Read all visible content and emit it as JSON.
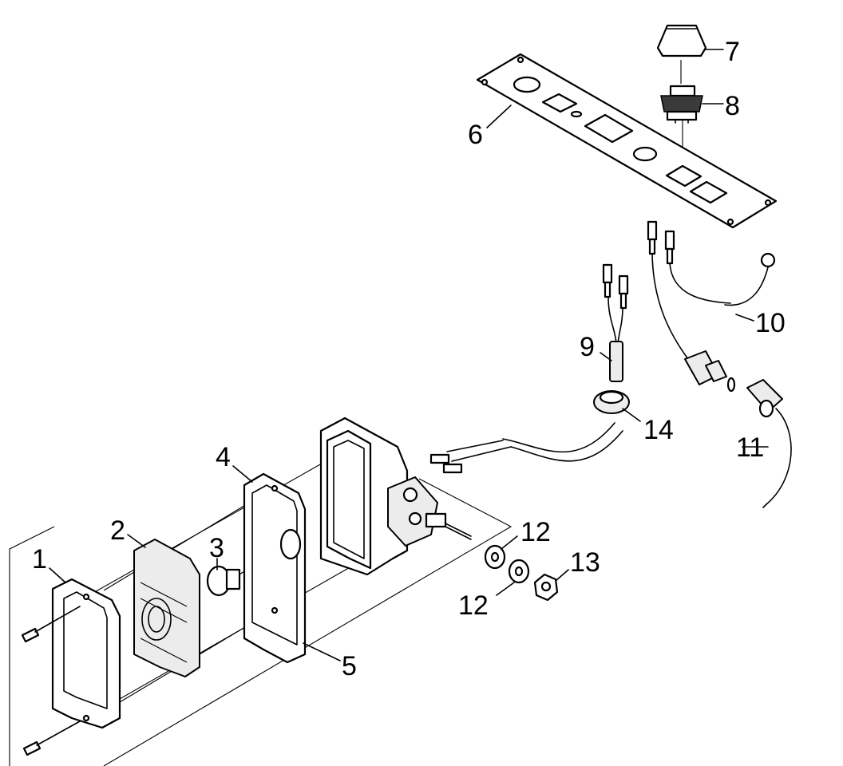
{
  "callouts": [
    {
      "id": "c1",
      "text": "1"
    },
    {
      "id": "c2",
      "text": "2"
    },
    {
      "id": "c3",
      "text": "3"
    },
    {
      "id": "c4",
      "text": "4"
    },
    {
      "id": "c5",
      "text": "5"
    },
    {
      "id": "c6",
      "text": "6"
    },
    {
      "id": "c7",
      "text": "7"
    },
    {
      "id": "c8",
      "text": "8"
    },
    {
      "id": "c9",
      "text": "9"
    },
    {
      "id": "c10",
      "text": "10"
    },
    {
      "id": "c11",
      "text": "11"
    },
    {
      "id": "c12a",
      "text": "12"
    },
    {
      "id": "c12b",
      "text": "12"
    },
    {
      "id": "c13",
      "text": "13"
    },
    {
      "id": "c14",
      "text": "14"
    }
  ]
}
